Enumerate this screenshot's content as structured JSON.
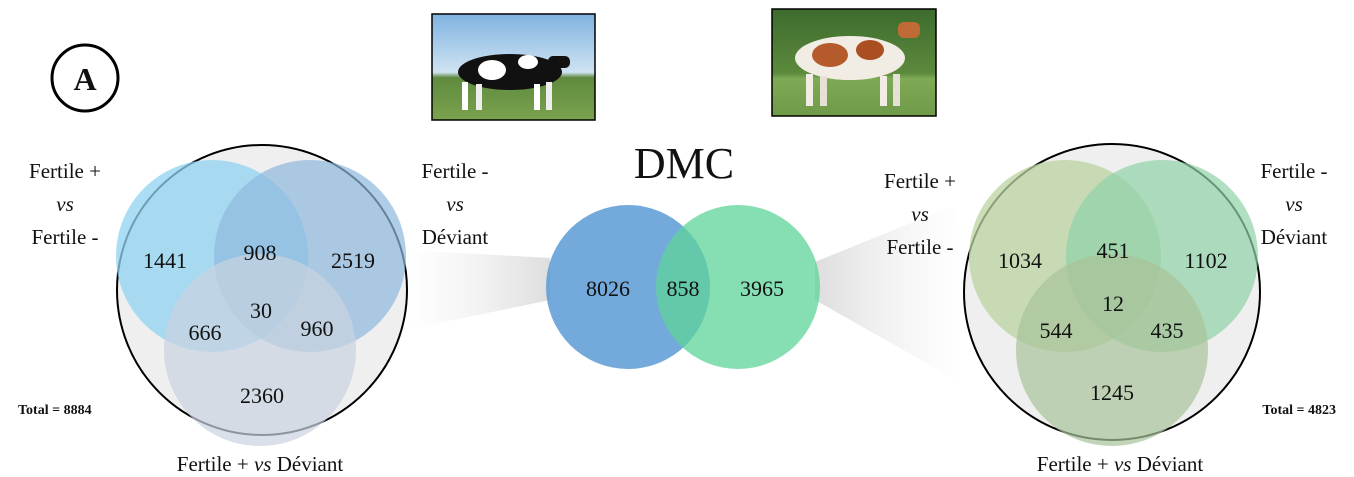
{
  "panel_label": "A",
  "center": {
    "title": "DMC",
    "left_only": "8026",
    "overlap": "858",
    "right_only": "3965",
    "colors": {
      "left": "#5b9bd5",
      "right": "#5ed39a",
      "overlap": "#3aaa88"
    }
  },
  "left_venn": {
    "total_label": "Total = 8884",
    "label_top_left": {
      "line1": "Fertile +",
      "line2": "vs",
      "line3": "Fertile -"
    },
    "label_top_right": {
      "line1": "Fertile -",
      "line2": "vs",
      "line3": "Déviant"
    },
    "label_bottom": {
      "prefix": "Fertile + ",
      "vs": "vs",
      "suffix": " Déviant"
    },
    "values": {
      "a_only": "1441",
      "ab": "908",
      "b_only": "2519",
      "abc": "30",
      "ac": "666",
      "bc": "960",
      "c_only": "2360"
    },
    "colors": {
      "a": "#8fd3f0",
      "b": "#8fb8de",
      "c": "#c9d3df"
    }
  },
  "right_venn": {
    "total_label": "Total = 4823",
    "label_top_left": {
      "line1": "Fertile +",
      "line2": "vs",
      "line3": "Fertile -"
    },
    "label_top_right": {
      "line1": "Fertile -",
      "line2": "vs",
      "line3": "Déviant"
    },
    "label_bottom": {
      "prefix": "Fertile + ",
      "vs": "vs",
      "suffix": " Déviant"
    },
    "values": {
      "a_only": "1034",
      "ab": "451",
      "b_only": "1102",
      "abc": "12",
      "ac": "544",
      "bc": "435",
      "c_only": "1245"
    },
    "colors": {
      "a": "#b9d3a0",
      "b": "#90d2a8",
      "c": "#a9c39a"
    }
  }
}
